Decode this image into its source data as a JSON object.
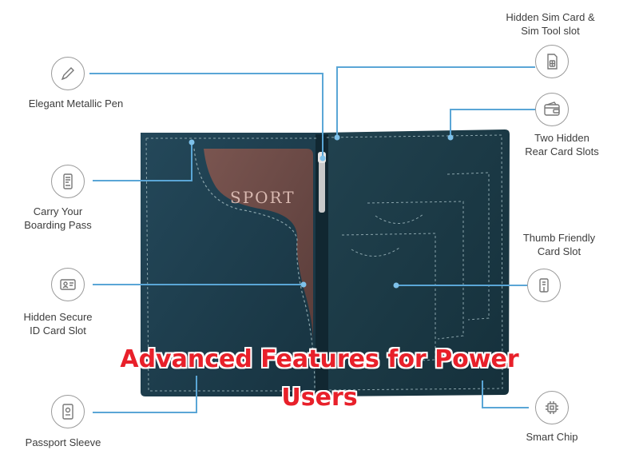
{
  "banner": {
    "line1": "Advanced Features for Power",
    "line2": "Users"
  },
  "colors": {
    "leader_line": "#5aa6d6",
    "wallet_leather": "#1f3d49",
    "passport": "#6e4c48",
    "banner_text": "#e8202a"
  },
  "passport_text": "SPORT",
  "features": {
    "pen": {
      "label": "Elegant Metallic Pen",
      "icon": "pen-icon"
    },
    "boarding": {
      "label": "Carry Your\nBoarding Pass",
      "icon": "ticket-icon"
    },
    "secure_id": {
      "label": "Hidden Secure\nID Card Slot",
      "icon": "id-card-icon"
    },
    "passport_sleeve": {
      "label": "Passport Sleeve",
      "icon": "passport-icon"
    },
    "sim": {
      "label": "Hidden Sim Card &\nSim Tool slot",
      "icon": "sim-card-icon"
    },
    "rear_slots": {
      "label": "Two Hidden\nRear Card Slots",
      "icon": "wallet-icon"
    },
    "thumb_slot": {
      "label": "Thumb Friendly\nCard Slot",
      "icon": "card-slot-icon"
    },
    "smart_chip": {
      "label": "Smart Chip",
      "icon": "chip-icon"
    }
  }
}
